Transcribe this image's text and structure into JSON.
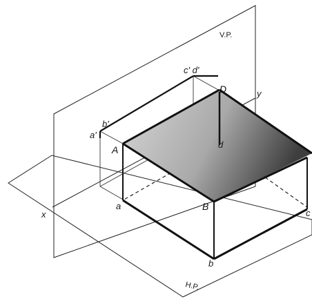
{
  "labels": {
    "vp": "V.P.",
    "hp": "H.P.",
    "x": "x",
    "y": "y",
    "c_prime_d_prime": "c' d'",
    "D": "D",
    "b_prime": "b'",
    "a_prime": "a'",
    "A": "A",
    "d": "d",
    "a": "a",
    "B": "B",
    "b": "b",
    "c": "c"
  },
  "colors": {
    "ink": "#111111",
    "shade_light": "#c8c8c8",
    "shade_dark": "#4a4a4a"
  }
}
